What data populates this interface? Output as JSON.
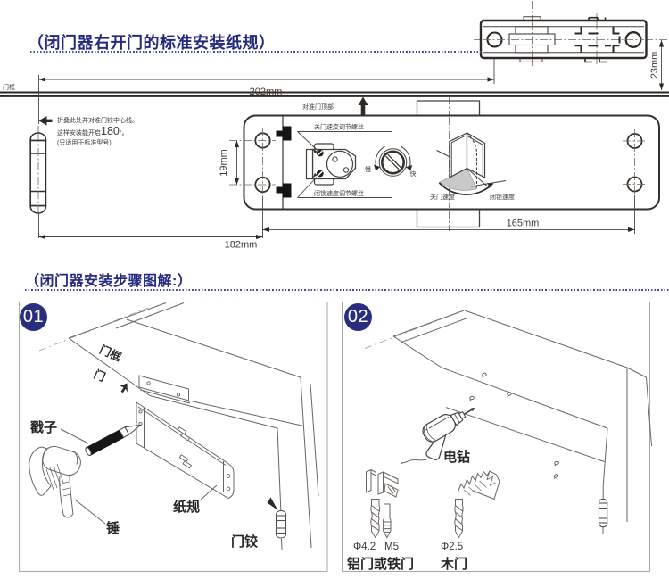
{
  "colors": {
    "title_navy": "#262a7e",
    "dotted_rule_blue": "#4449a0",
    "badge_blue": "#24379c",
    "line_ink": "#3a3430",
    "fan_gray": "#c9c9c9"
  },
  "section1": {
    "title": "（闭门器右开门的标准安装纸规）",
    "door_frame_label": "门框",
    "fold_note_line1": "折叠此处并对准门铰中心线。",
    "fold_note_line2_prefix": "这样安装能开启",
    "fold_note_line2_number": "180",
    "fold_note_line2_suffix": "°。",
    "fold_note_line3": "(只适用于标准型号)",
    "align_door_top_label": "对准门顶部",
    "close_speed_screw_label": "关门速度调节螺丝",
    "latch_speed_screw_label": "闭锁速度调节螺丝",
    "dial_slow": "慢",
    "dial_fast": "快",
    "swing_close_speed": "关门速度",
    "swing_latch_speed": "闭锁速度",
    "dim_202": "202mm",
    "dim_23": "23mm",
    "dim_19": "19mm",
    "dim_182": "182mm",
    "dim_165": "165mm"
  },
  "section2": {
    "title": "（闭门器安装步骤图解:）",
    "step1": {
      "badge": "01",
      "door_frame_label": "门框",
      "door_label": "门",
      "punch_label": "戳子",
      "hammer_label": "锤",
      "paper_template_label": "纸规",
      "door_hinge_label": "门铰"
    },
    "step2": {
      "badge": "02",
      "electric_drill_label": "电钻",
      "metal_bit_label": "Φ4.2",
      "tap_bit_label": "M5",
      "wood_bit_label": "Φ2.5",
      "metal_door_label": "铝门或铁门",
      "wood_door_label": "木门"
    }
  }
}
